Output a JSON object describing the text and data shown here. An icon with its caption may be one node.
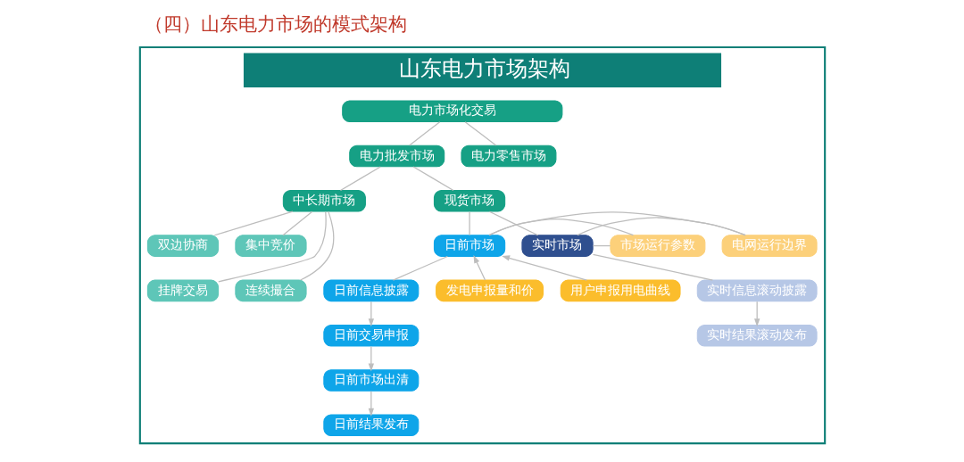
{
  "diagram": {
    "title": "（四）山东电力市场的模式架构",
    "nodes": [
      {
        "text": [
          "山东电力市场架构"
        ]
      },
      {
        "text": [
          "电力市场化交易"
        ],
        "in": 0
      },
      {
        "text": [
          "电力批发市场"
        ],
        "in": 0
      },
      {
        "text": [
          "电力零售市场"
        ],
        "in": 0
      },
      {
        "text": [
          "中长期市场"
        ],
        "in": 0
      },
      {
        "text": [
          "双边协商"
        ],
        "in": 0
      },
      {
        "text": [
          "集中竞价"
        ],
        "in": 0
      },
      {
        "text": [
          "挂牌交易"
        ],
        "in": 0
      },
      {
        "text": [
          "连续撮合"
        ],
        "in": 0
      },
      {
        "text": [
          "现货市场"
        ],
        "in": 0
      },
      {
        "text": [
          "日前市场"
        ],
        "in": 0
      },
      {
        "text": [
          "电网运行边界"
        ],
        "in": 0
      },
      {
        "text": [
          "市场运行参数"
        ],
        "in": 0
      },
      {
        "text": [
          "实时市场"
        ],
        "in": 0
      },
      {
        "text": [
          "日前信息披露"
        ],
        "in": 0
      },
      {
        "text": [
          "日前交易申报"
        ],
        "in": 0
      },
      {
        "text": [
          "日前市场出清"
        ],
        "in": 0
      },
      {
        "text": [
          "日前结果发布"
        ],
        "in": 0
      },
      {
        "text": [
          "发电申报量和价"
        ],
        "in": 0
      },
      {
        "text": [
          "用户申报用电曲线"
        ],
        "in": 0
      },
      {
        "text": [
          "实时信息滚动披露"
        ],
        "in": 0
      },
      {
        "text": [
          "实时结果滚动发布"
        ],
        "in": 0
      }
    ],
    "edges": [
      {
        "from": 1,
        "to": 2,
        "arrow": "none"
      },
      {
        "from": 1,
        "to": 3,
        "arrow": "none"
      },
      {
        "from": 2,
        "to": 4,
        "arrow": "none"
      },
      {
        "from": 2,
        "to": 9,
        "arrow": "none"
      },
      {
        "from": 4,
        "to": 5,
        "arrow": "none"
      },
      {
        "from": 4,
        "to": 6,
        "arrow": "none"
      },
      {
        "from": 4,
        "to": 7,
        "arrow": "none"
      },
      {
        "from": 4,
        "to": 8,
        "arrow": "none"
      },
      {
        "from": 9,
        "to": 10,
        "arrow": "none"
      },
      {
        "from": 9,
        "to": 13,
        "arrow": "none"
      },
      {
        "from": 10,
        "to": 11,
        "arrow": "none"
      },
      {
        "from": 10,
        "to": 12,
        "arrow": "none"
      },
      {
        "from": 13,
        "to": 11,
        "arrow": "none"
      },
      {
        "from": 13,
        "to": 12,
        "arrow": "none"
      },
      {
        "from": 10,
        "to": 14,
        "arrow": "none"
      },
      {
        "from": 14,
        "to": 15,
        "arrow": "to"
      },
      {
        "from": 15,
        "to": 16,
        "arrow": "to"
      },
      {
        "from": 16,
        "to": 17,
        "arrow": "to"
      },
      {
        "from": 18,
        "to": 10,
        "arrow": "to"
      },
      {
        "from": 19,
        "to": 10,
        "arrow": "to"
      },
      {
        "from": 13,
        "to": 20,
        "arrow": "none"
      },
      {
        "from": 20,
        "to": 21,
        "arrow": "to"
      }
    ]
  }
}
